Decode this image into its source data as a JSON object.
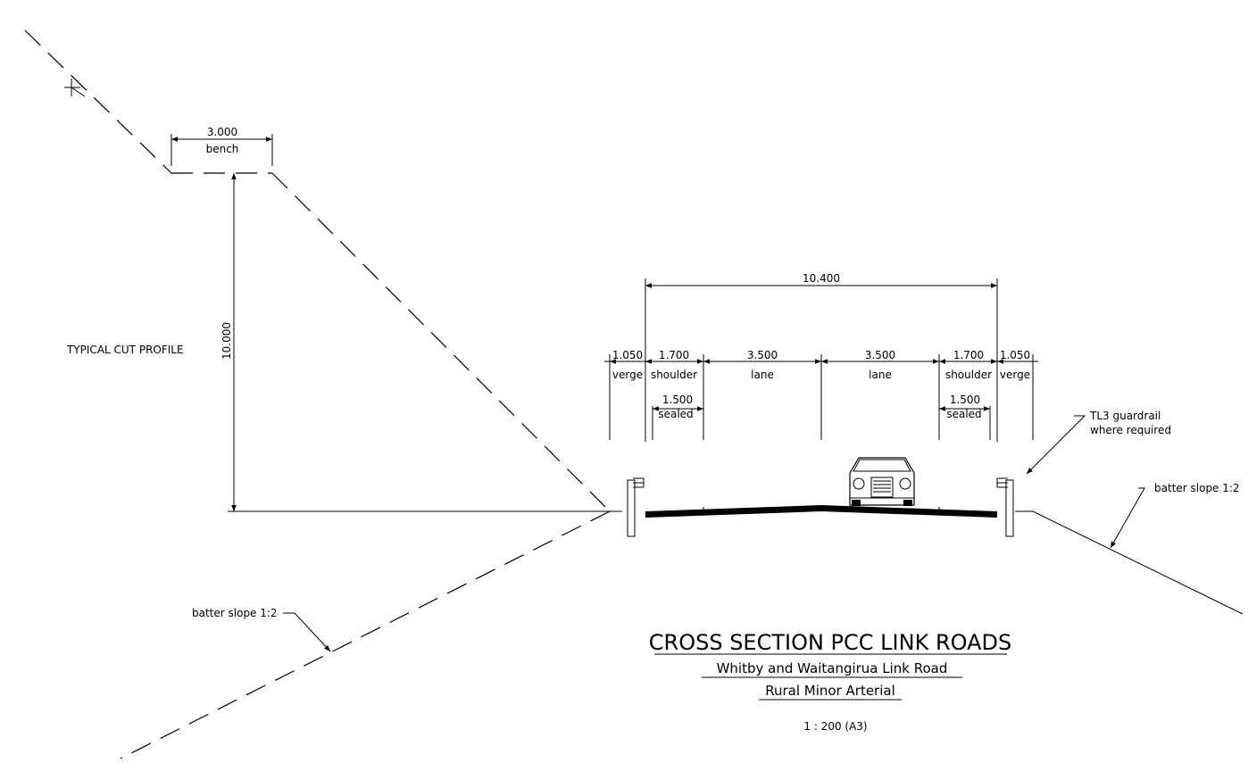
{
  "dimensions": {
    "overall": "10.400",
    "bench_width": "3.000",
    "bench_label": "bench",
    "cut_height": "10.000",
    "verge_left": "1.050",
    "shoulder_left": "1.700",
    "lane_left": "3.500",
    "lane_right": "3.500",
    "shoulder_right": "1.700",
    "verge_right": "1.050",
    "sealed_left": "1.500",
    "sealed_right": "1.500"
  },
  "labels": {
    "verge": "verge",
    "shoulder": "shoulder",
    "lane": "lane",
    "sealed": "sealed",
    "typical_cut": "TYPICAL CUT PROFILE",
    "batter_left": "batter slope 1:2",
    "batter_right": "batter slope 1:2",
    "guardrail_line1": "TL3 guardrail",
    "guardrail_line2": "where required"
  },
  "title": {
    "main": "CROSS SECTION PCC LINK ROADS",
    "line2": "Whitby and Waitangirua Link Road",
    "line3": "Rural Minor Arterial",
    "scale": "1 : 200 (A3)"
  }
}
